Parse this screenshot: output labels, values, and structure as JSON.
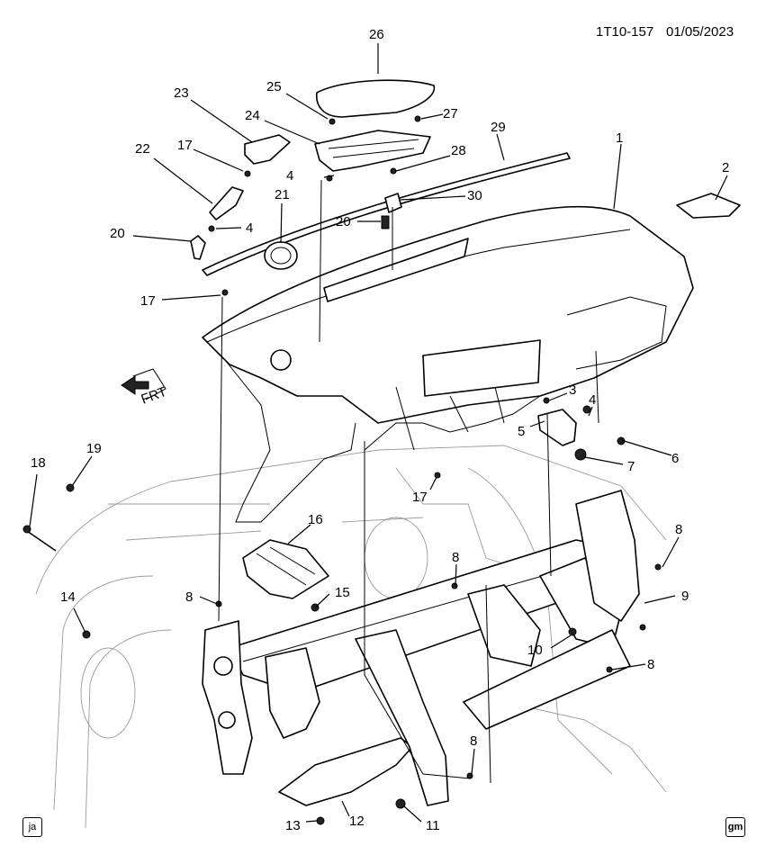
{
  "header": {
    "code": "1T10-157",
    "date": "01/05/2023"
  },
  "orientation": {
    "label": "FRT"
  },
  "badges": {
    "left": "ja",
    "right": "gm"
  },
  "callouts": [
    "1",
    "2",
    "3",
    "4",
    "4",
    "4",
    "5",
    "6",
    "7",
    "8",
    "8",
    "8",
    "8",
    "8",
    "9",
    "10",
    "11",
    "12",
    "13",
    "14",
    "15",
    "16",
    "17",
    "17",
    "17",
    "18",
    "19",
    "20",
    "20",
    "21",
    "22",
    "23",
    "24",
    "25",
    "26",
    "27",
    "28",
    "29",
    "30"
  ]
}
